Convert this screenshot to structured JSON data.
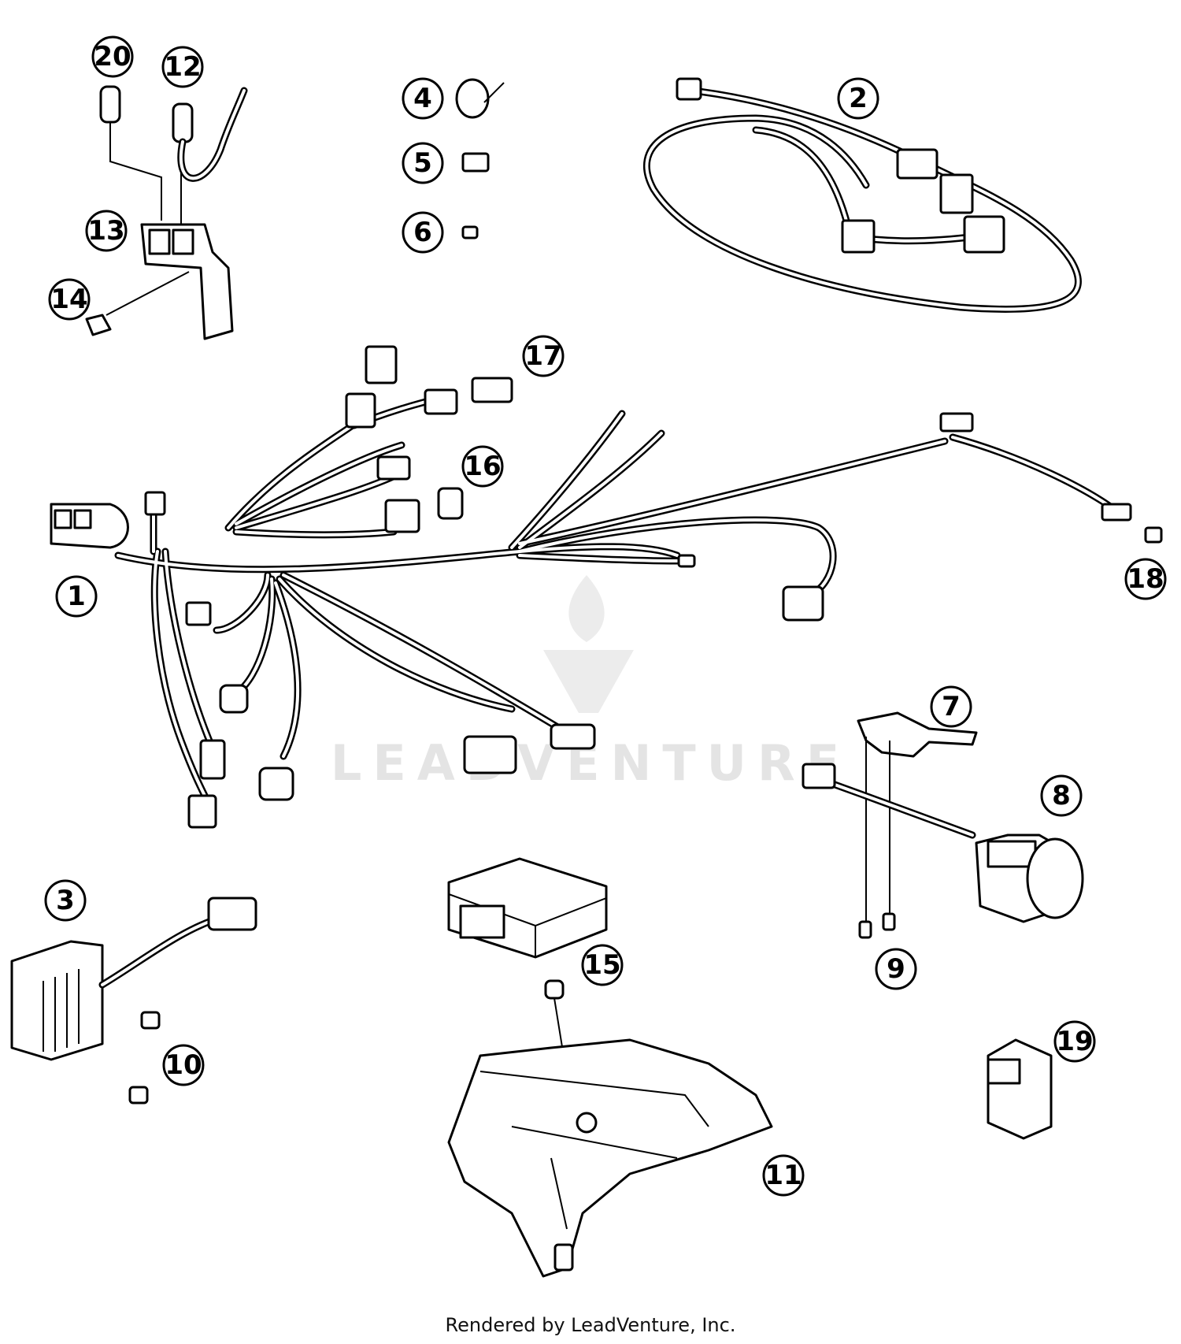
{
  "callouts": [
    "1",
    "2",
    "3",
    "4",
    "5",
    "6",
    "7",
    "8",
    "9",
    "10",
    "11",
    "12",
    "13",
    "14",
    "15",
    "16",
    "17",
    "18",
    "19",
    "20"
  ],
  "watermark": {
    "brand": "LEADVENTURE",
    "logo": "leadventure-flame-logo"
  },
  "footer": {
    "text": "Rendered by LeadVenture, Inc."
  }
}
